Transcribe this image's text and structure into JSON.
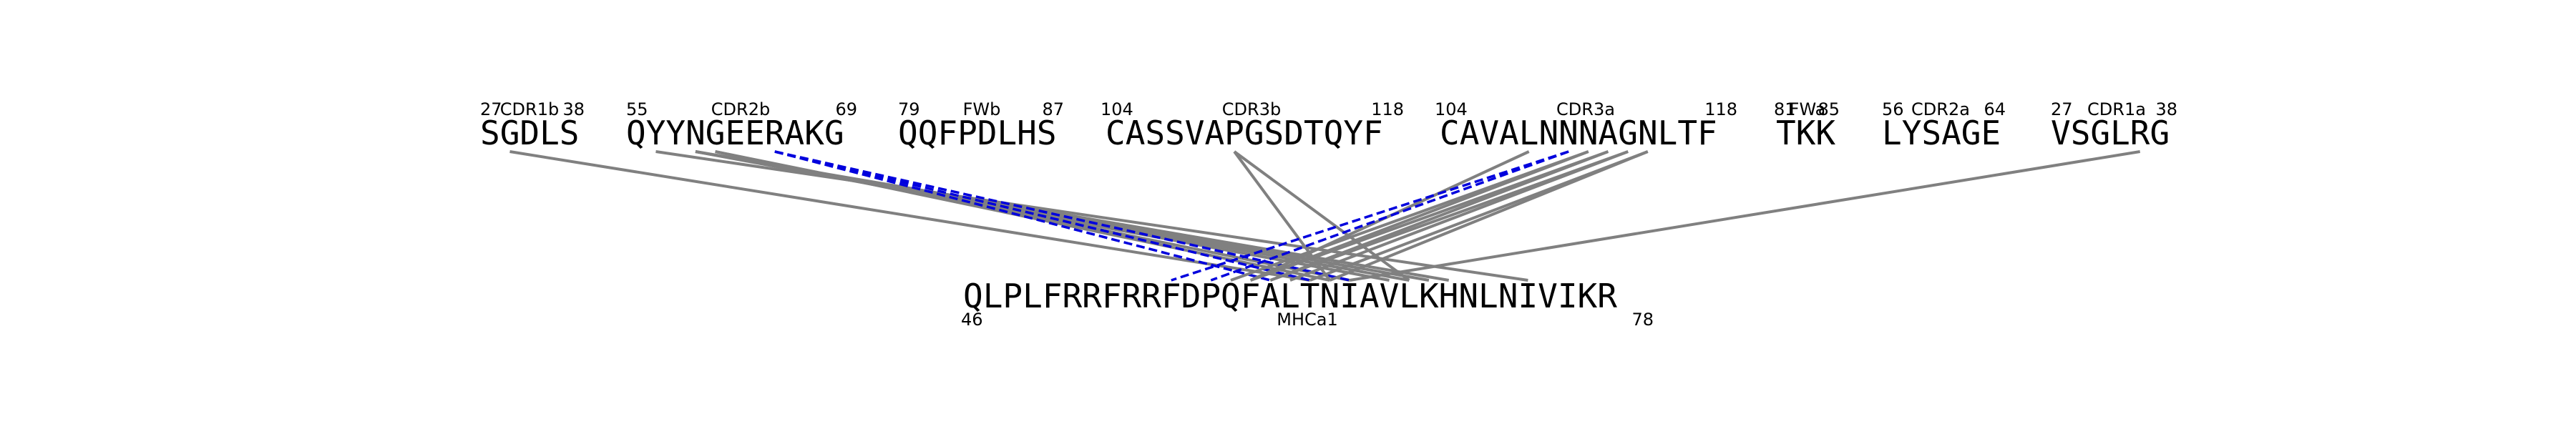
{
  "colors": {
    "contact": "#808080",
    "hbond": "#0000dd",
    "text": "#000000"
  },
  "segments": [
    {
      "id": "cdr1b",
      "sequence": "SGDLS",
      "label": "CDR1b",
      "start": "27",
      "end": "38"
    },
    {
      "id": "cdr2b",
      "sequence": "QYYNGEERAKG",
      "label": "CDR2b",
      "start": "55",
      "end": "69"
    },
    {
      "id": "fwb",
      "sequence": "QQFPDLHS",
      "label": "FWb",
      "start": "79",
      "end": "87"
    },
    {
      "id": "cdr3b",
      "sequence": "CASSVAPGSDTQYF",
      "label": "CDR3b",
      "start": "104",
      "end": "118"
    },
    {
      "id": "cdr3a",
      "sequence": "CAVALNNNAGNLTF",
      "label": "CDR3a",
      "start": "104",
      "end": "118"
    },
    {
      "id": "fwa",
      "sequence": "TKK",
      "label": "FWa",
      "start": "81",
      "end": "85"
    },
    {
      "id": "cdr2a",
      "sequence": "LYSAGE",
      "label": "CDR2a",
      "start": "56",
      "end": "64"
    },
    {
      "id": "cdr1a",
      "sequence": "VSGLRG",
      "label": "CDR1a",
      "start": "27",
      "end": "38"
    }
  ],
  "peptide": {
    "sequence": "QLPLFRRFRRFDPQFALTNIAVLKHNLNIVIKR",
    "label": "MHCa1",
    "start": "46",
    "end": "78"
  },
  "contacts": [
    {
      "from": [
        "cdr1b",
        1
      ],
      "to": 17,
      "type": "contact"
    },
    {
      "from": [
        "cdr2b",
        1
      ],
      "to": 28,
      "type": "contact"
    },
    {
      "from": [
        "cdr2b",
        3
      ],
      "to": 24,
      "type": "contact"
    },
    {
      "from": [
        "cdr2b",
        3
      ],
      "to": 23,
      "type": "contact"
    },
    {
      "from": [
        "cdr2b",
        3
      ],
      "to": 22,
      "type": "contact"
    },
    {
      "from": [
        "cdr2b",
        3
      ],
      "to": 21,
      "type": "contact"
    },
    {
      "from": [
        "cdr2b",
        4
      ],
      "to": 19,
      "type": "contact"
    },
    {
      "from": [
        "cdr2b",
        4
      ],
      "to": 18,
      "type": "contact"
    },
    {
      "from": [
        "cdr2b",
        7
      ],
      "to": 15,
      "type": "hbond"
    },
    {
      "from": [
        "cdr2b",
        7
      ],
      "to": 17,
      "type": "hbond"
    },
    {
      "from": [
        "cdr2b",
        7
      ],
      "to": 19,
      "type": "hbond"
    },
    {
      "from": [
        "cdr3b",
        6
      ],
      "to": 18,
      "type": "contact"
    },
    {
      "from": [
        "cdr3b",
        6
      ],
      "to": 22,
      "type": "contact"
    },
    {
      "from": [
        "cdr3a",
        4
      ],
      "to": 14,
      "type": "contact"
    },
    {
      "from": [
        "cdr3a",
        6
      ],
      "to": 10,
      "type": "hbond"
    },
    {
      "from": [
        "cdr3a",
        6
      ],
      "to": 12,
      "type": "hbond"
    },
    {
      "from": [
        "cdr3a",
        7
      ],
      "to": 13,
      "type": "contact"
    },
    {
      "from": [
        "cdr3a",
        7
      ],
      "to": 14,
      "type": "contact"
    },
    {
      "from": [
        "cdr3a",
        8
      ],
      "to": 14,
      "type": "contact"
    },
    {
      "from": [
        "cdr3a",
        8
      ],
      "to": 15,
      "type": "contact"
    },
    {
      "from": [
        "cdr3a",
        9
      ],
      "to": 15,
      "type": "contact"
    },
    {
      "from": [
        "cdr3a",
        9
      ],
      "to": 16,
      "type": "contact"
    },
    {
      "from": [
        "cdr3a",
        10
      ],
      "to": 17,
      "type": "contact"
    },
    {
      "from": [
        "cdr3a",
        10
      ],
      "to": 18,
      "type": "contact"
    },
    {
      "from": [
        "cdr1a",
        4
      ],
      "to": 19,
      "type": "contact"
    }
  ]
}
